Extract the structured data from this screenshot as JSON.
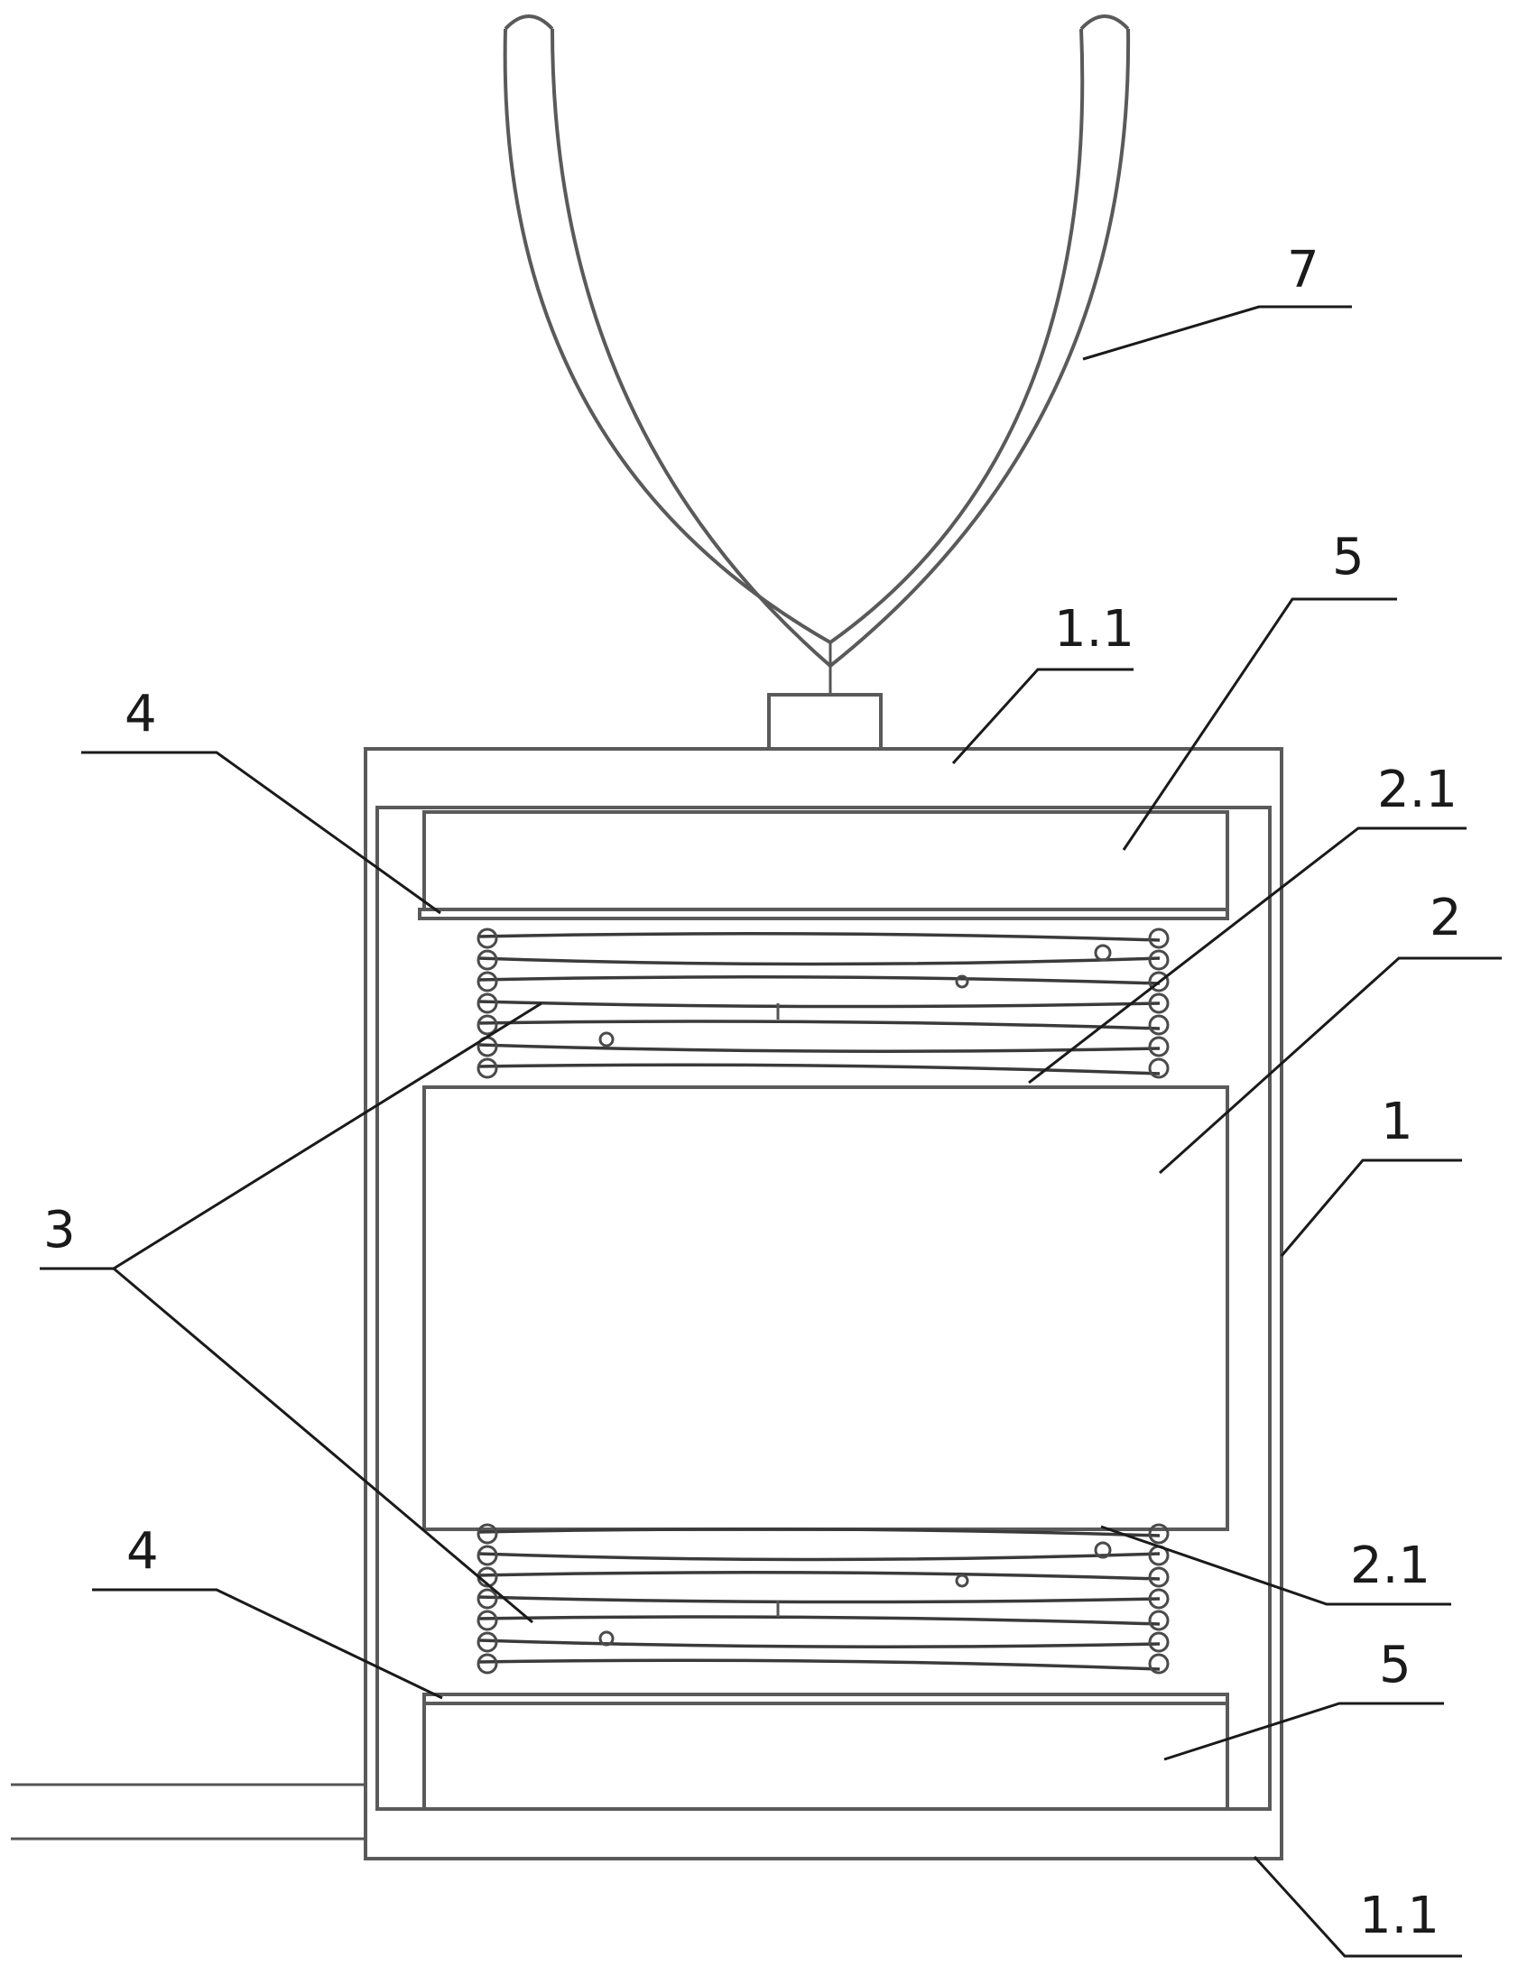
{
  "labels": {
    "handle": "7",
    "top_cover": "1.1",
    "bottom_cover": "1.1",
    "top_magnet": "5",
    "bottom_magnet": "5",
    "top_plate": "4",
    "bottom_plate": "4",
    "springs": "3",
    "top_face": "2.1",
    "bottom_face": "2.1",
    "core_block": "2",
    "housing": "1"
  }
}
